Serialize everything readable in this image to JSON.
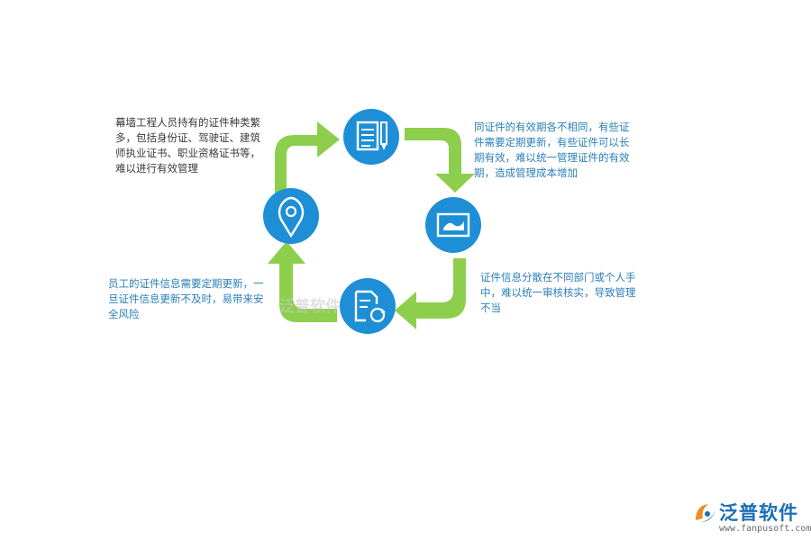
{
  "notes": {
    "top_left": "幕墙工程人员持有的证件种类繁\n多，包括身份证、驾驶证、建筑\n师执业证书、职业资格证书等，\n难以进行有效管理",
    "top_right": "同证件的有效期各不相同，有些证\n件需要定期更新，有些证件可以长\n期有效，难以统一管理证件的有效\n期，造成管理成本增加",
    "bottom_left": "员工的证件信息需要定期更新，一\n旦证件信息更新不及时，易带来安\n全风险",
    "bottom_right": "证件信息分散在不同部门或个人手\n中，难以统一审核核实，导致管理\n不当"
  },
  "icons": {
    "top": "document-pencil-icon",
    "right": "card-wave-icon",
    "bottom": "document-refresh-icon",
    "left": "location-pin-icon"
  },
  "logo": {
    "name": "泛普软件",
    "url": "www.fanpusoft.com"
  },
  "watermark": "泛普软件",
  "colors": {
    "circle": "#1e8fd6",
    "arrow": "#8dcf4d",
    "note_blue": "#2a7fb8",
    "note_dark": "#3a3a3a",
    "logo_blue": "#1a6fb3",
    "logo_orange": "#f08a24"
  }
}
